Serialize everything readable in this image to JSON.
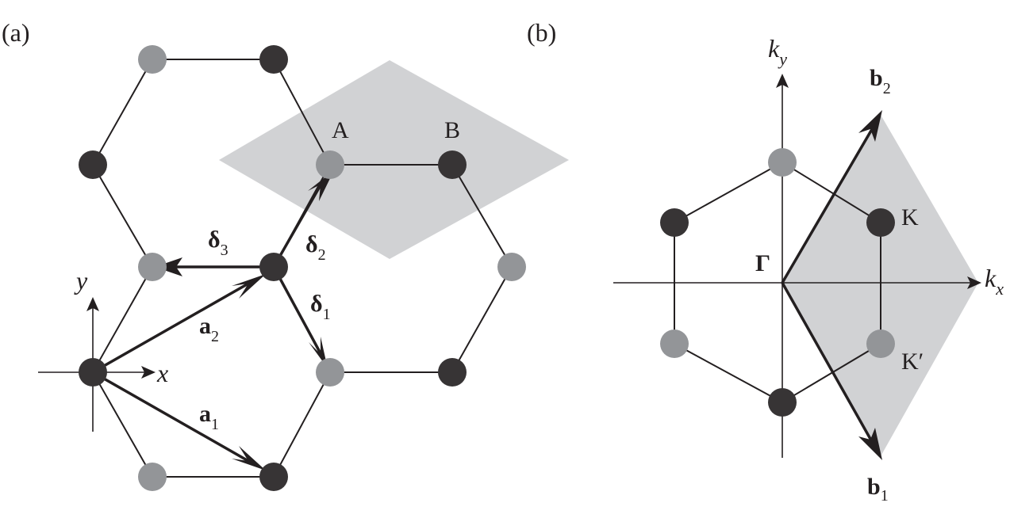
{
  "panel_a": {
    "label": "(a)",
    "atom_A": "A",
    "atom_B": "B",
    "axis_x": "x",
    "axis_y": "y",
    "vec_a1": {
      "main": "a",
      "sub": "1"
    },
    "vec_a2": {
      "main": "a",
      "sub": "2"
    },
    "vec_d1": {
      "main": "δ",
      "sub": "1"
    },
    "vec_d2": {
      "main": "δ",
      "sub": "2"
    },
    "vec_d3": {
      "main": "δ",
      "sub": "3"
    }
  },
  "panel_b": {
    "label": "(b)",
    "axis_kx": {
      "main": "k",
      "sub": "x"
    },
    "axis_ky": {
      "main": "k",
      "sub": "y"
    },
    "gamma": "Γ",
    "point_K": "K",
    "point_Kp": "K′",
    "vec_b1": {
      "main": "b",
      "sub": "1"
    },
    "vec_b2": {
      "main": "b",
      "sub": "2"
    }
  },
  "colors": {
    "dark_atom": "#373435",
    "light_atom": "#939598",
    "shade": "#d1d2d4",
    "line": "#231f20"
  }
}
